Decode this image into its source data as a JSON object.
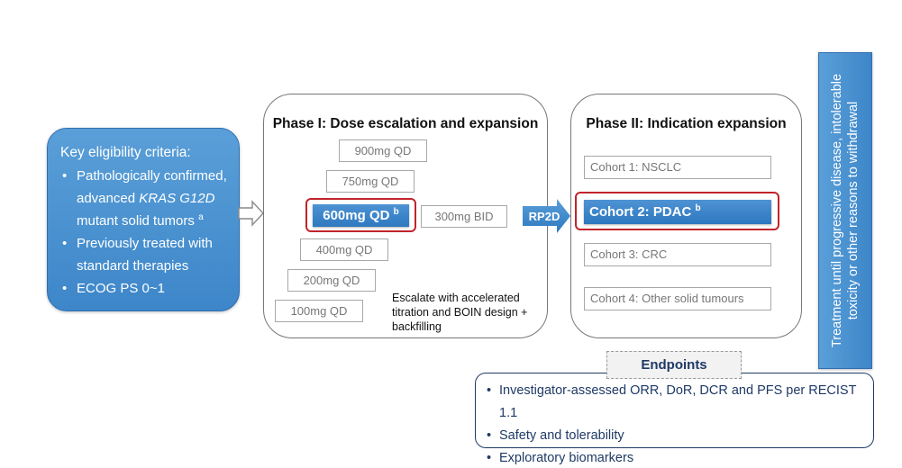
{
  "eligibility": {
    "title": "Key eligibility criteria:",
    "items": [
      {
        "pre": "Pathologically confirmed, advanced ",
        "italic": "KRAS G12D",
        "post": " mutant solid tumors",
        "sup": "a"
      },
      {
        "text": "Previously treated with standard therapies"
      },
      {
        "text": "ECOG PS 0~1"
      }
    ]
  },
  "phase1": {
    "title": "Phase I: Dose escalation and expansion",
    "doses": [
      "900mg QD",
      "750mg QD",
      "400mg QD",
      "200mg QD",
      "100mg QD"
    ],
    "bid": "300mg BID",
    "selected": {
      "label": "600mg QD",
      "sup": "b"
    },
    "note": "Escalate with accelerated titration and BOIN design + backfilling"
  },
  "rp2d": "RP2D",
  "phase2": {
    "title": "Phase II: Indication expansion",
    "cohorts": [
      "Cohort 1: NSCLC",
      "Cohort 3: CRC",
      "Cohort 4: Other solid tumours"
    ],
    "selected": {
      "label": "Cohort 2: PDAC",
      "sup": "b"
    }
  },
  "treatment": "Treatment until progressive disease, intolerable toxicity or other reasons to withdrawal",
  "endpoints": {
    "label": "Endpoints",
    "items": [
      "Investigator-assessed ORR, DoR, DCR and PFS per RECIST 1.1",
      "Safety and tolerability",
      "Exploratory biomarkers"
    ]
  },
  "colors": {
    "accent_blue": "#3d86c9",
    "highlight_red": "#c0242a",
    "endpoint_navy": "#1f3a66"
  }
}
